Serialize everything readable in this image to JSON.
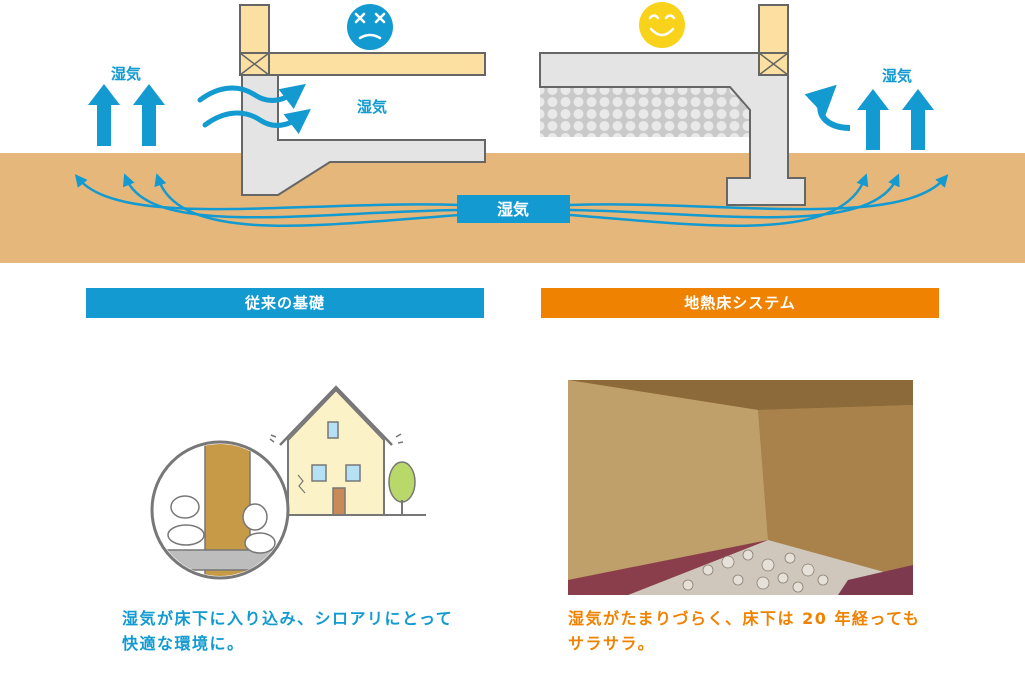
{
  "labels": {
    "moisture_left": "湿気",
    "moisture_inner": "湿気",
    "moisture_right": "湿気",
    "moisture_ground": "湿気"
  },
  "sections": {
    "left_title": "従来の基礎",
    "right_title": "地熱床システム"
  },
  "captions": {
    "left": "湿気が床下に入り込み、シロアリにとって快適な環境に。",
    "right": "湿気がたまりづらく、床下は 20 年経ってもサラサラ。"
  },
  "icons": {
    "bad_face": "sad-face-icon",
    "good_face": "smile-face-icon"
  },
  "colors": {
    "blue": "#129ad1",
    "orange": "#ef8200",
    "soil": "#e6b77a",
    "wood": "#fce0a1",
    "concrete": "#e4e4e4",
    "face_yellow": "#f9d21c"
  }
}
